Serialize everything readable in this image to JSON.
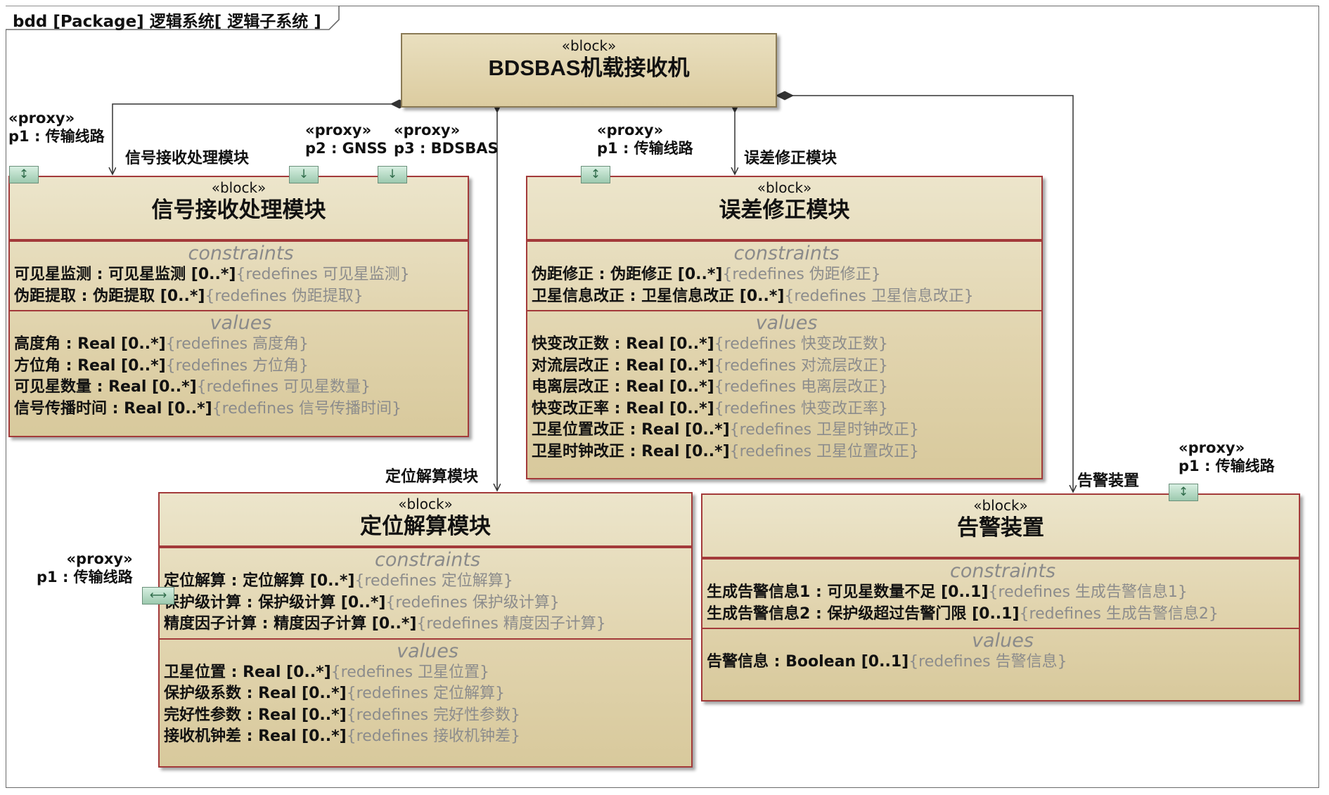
{
  "frame": {
    "title": "bdd [Package] 逻辑系统[ 逻辑子系统 ]"
  },
  "main_block": {
    "stereotype": "«block»",
    "name": "BDSBAS机载接收机"
  },
  "blocks": {
    "signal": {
      "stereotype": "«block»",
      "name": "信号接收处理模块",
      "role": "信号接收处理模块",
      "constraints_header": "constraints",
      "constraints": [
        {
          "key": "可见星监测 : 可见星监测 [0..*]",
          "redefines": "{redefines 可见星监测}"
        },
        {
          "key": "伪距提取 : 伪距提取 [0..*]",
          "redefines": "{redefines 伪距提取}"
        }
      ],
      "values_header": "values",
      "values": [
        {
          "key": "高度角 : Real [0..*]",
          "redefines": "{redefines 高度角}"
        },
        {
          "key": "方位角 : Real [0..*]",
          "redefines": "{redefines 方位角}"
        },
        {
          "key": "可见星数量 : Real [0..*]",
          "redefines": "{redefines 可见星数量}"
        },
        {
          "key": "信号传播时间 : Real [0..*]",
          "redefines": "{redefines 信号传播时间}"
        }
      ]
    },
    "error": {
      "stereotype": "«block»",
      "name": "误差修正模块",
      "role": "误差修正模块",
      "constraints_header": "constraints",
      "constraints": [
        {
          "key": "伪距修正 : 伪距修正 [0..*]",
          "redefines": "{redefines 伪距修正}"
        },
        {
          "key": "卫星信息改正 : 卫星信息改正 [0..*]",
          "redefines": "{redefines 卫星信息改正}"
        }
      ],
      "values_header": "values",
      "values": [
        {
          "key": "快变改正数 : Real [0..*]",
          "redefines": "{redefines 快变改正数}"
        },
        {
          "key": "对流层改正 : Real [0..*]",
          "redefines": "{redefines 对流层改正}"
        },
        {
          "key": "电离层改正 : Real [0..*]",
          "redefines": "{redefines 电离层改正}"
        },
        {
          "key": "快变改正率 : Real [0..*]",
          "redefines": "{redefines 快变改正率}"
        },
        {
          "key": "卫星位置改正 : Real [0..*]",
          "redefines": "{redefines 卫星时钟改正}"
        },
        {
          "key": "卫星时钟改正 : Real [0..*]",
          "redefines": "{redefines 卫星位置改正}"
        }
      ]
    },
    "position": {
      "stereotype": "«block»",
      "name": "定位解算模块",
      "role": "定位解算模块",
      "constraints_header": "constraints",
      "constraints": [
        {
          "key": "定位解算 : 定位解算 [0..*]",
          "redefines": "{redefines 定位解算}"
        },
        {
          "key": "保护级计算 : 保护级计算 [0..*]",
          "redefines": "{redefines 保护级计算}"
        },
        {
          "key": "精度因子计算 : 精度因子计算 [0..*]",
          "redefines": "{redefines 精度因子计算}"
        }
      ],
      "values_header": "values",
      "values": [
        {
          "key": "卫星位置 : Real [0..*]",
          "redefines": "{redefines 卫星位置}"
        },
        {
          "key": "保护级系数 : Real [0..*]",
          "redefines": "{redefines 定位解算}"
        },
        {
          "key": "完好性参数 : Real [0..*]",
          "redefines": "{redefines 完好性参数}"
        },
        {
          "key": "接收机钟差 : Real [0..*]",
          "redefines": "{redefines 接收机钟差}"
        }
      ]
    },
    "alarm": {
      "stereotype": "«block»",
      "name": "告警装置",
      "role": "告警装置",
      "constraints_header": "constraints",
      "constraints": [
        {
          "key": "生成告警信息1 : 可见星数量不足 [0..1]",
          "redefines": "{redefines 生成告警信息1}"
        },
        {
          "key": "生成告警信息2 : 保护级超过告警门限 [0..1]",
          "redefines": "{redefines 生成告警信息2}"
        }
      ],
      "values_header": "values",
      "values": [
        {
          "key": "告警信息 : Boolean [0..1]",
          "redefines": "{redefines 告警信息}"
        }
      ]
    }
  },
  "ports": {
    "signal_p1": {
      "stereotype": "«proxy»",
      "name": "p1 : 传输线路",
      "symbol": "↕"
    },
    "signal_p2": {
      "stereotype": "«proxy»",
      "name": "p2 : GNSS",
      "symbol": "↓"
    },
    "signal_p3": {
      "stereotype": "«proxy»",
      "name": "p3 : BDSBAS",
      "symbol": "↓"
    },
    "error_p1": {
      "stereotype": "«proxy»",
      "name": "p1 : 传输线路",
      "symbol": "↕"
    },
    "position_p1": {
      "stereotype": "«proxy»",
      "name": "p1 : 传输线路",
      "symbol": "⟷"
    },
    "alarm_p1": {
      "stereotype": "«proxy»",
      "name": "p1 : 传输线路",
      "symbol": "↕"
    }
  }
}
